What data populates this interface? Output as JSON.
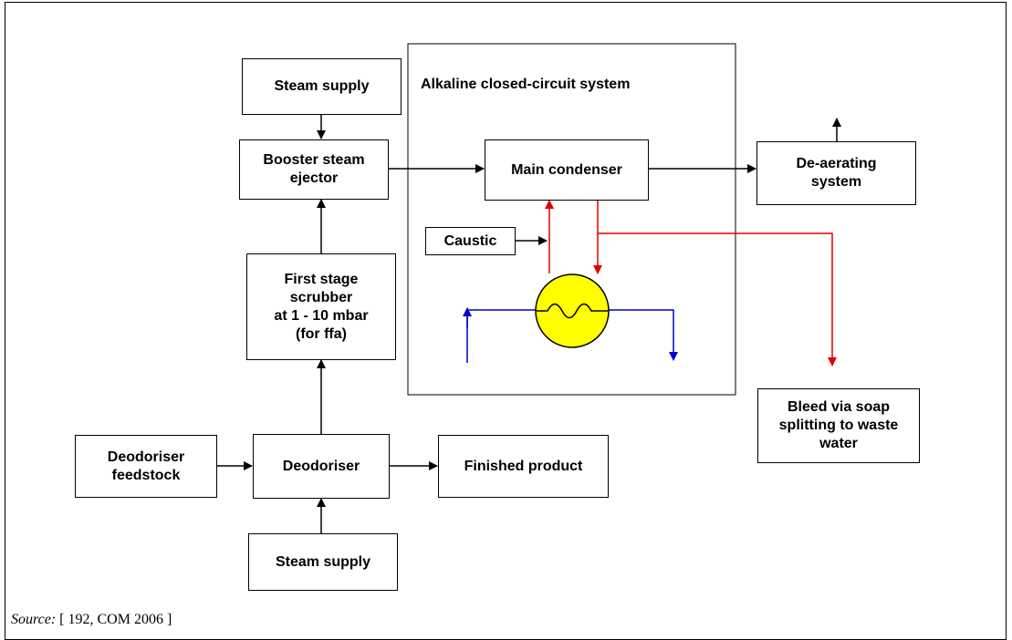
{
  "diagram": {
    "alkaline_system_label": "Alkaline closed-circuit system",
    "boxes": {
      "steam_supply_top": "Steam supply",
      "booster_steam_ejector": "Booster steam\nejector",
      "first_stage_scrubber": "First stage\nscrubber\nat 1 - 10 mbar\n(for ffa)",
      "deodoriser_feedstock": "Deodoriser\nfeedstock",
      "deodoriser": "Deodoriser",
      "finished_product": "Finished product",
      "steam_supply_bottom": "Steam supply",
      "main_condenser": "Main condenser",
      "caustic": "Caustic",
      "de_aerating_system": "De-aerating\nsystem",
      "bleed": "Bleed via soap\nsplitting to waste\nwater"
    },
    "colors": {
      "line": "#000000",
      "red_flow": "#e00000",
      "blue_flow": "#0000cc",
      "heat_exchanger_fill": "#ffff00"
    }
  },
  "source": {
    "label": "Source:",
    "ref": "[ 192, COM 2006 ]"
  }
}
